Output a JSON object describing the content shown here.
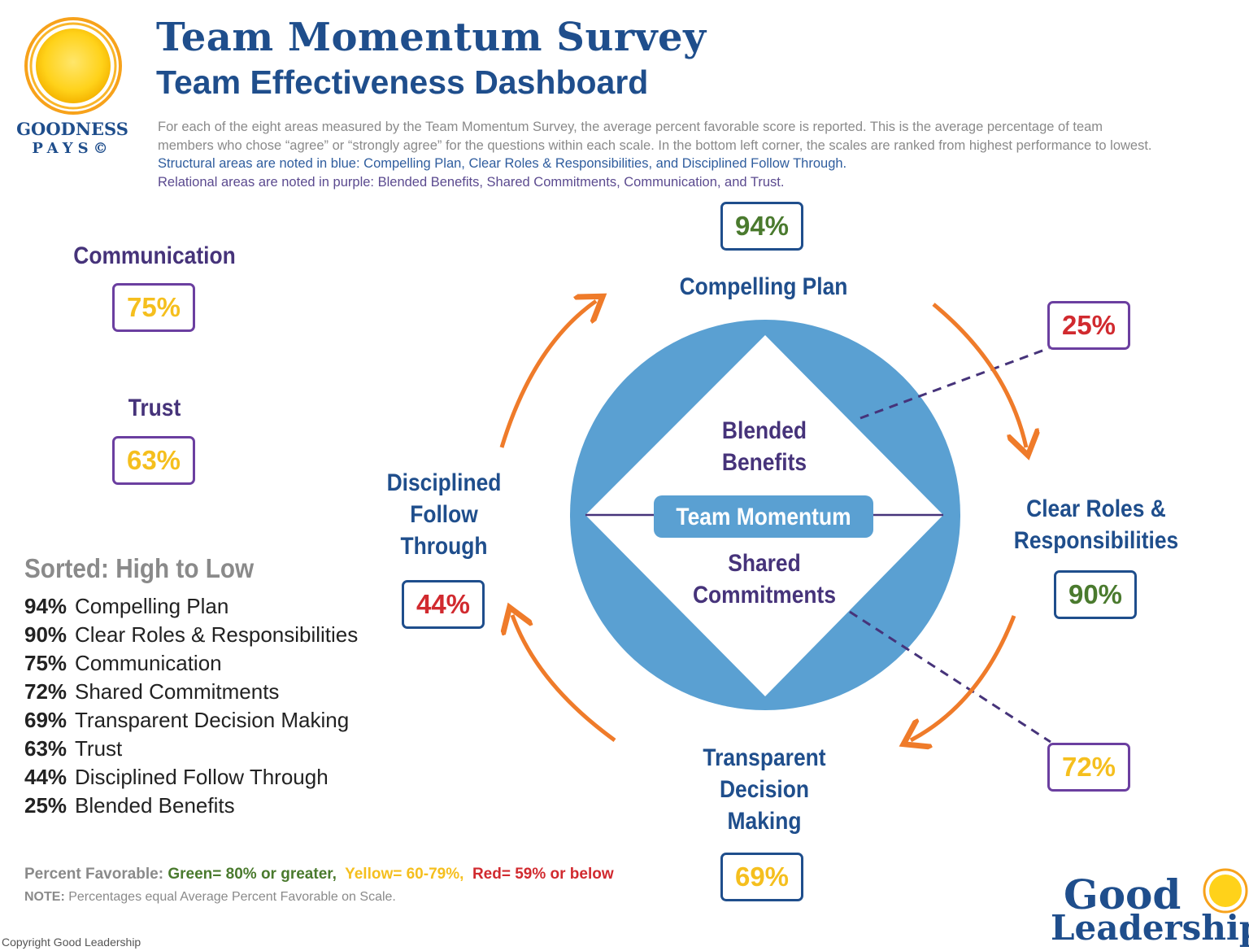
{
  "header": {
    "title": "Team Momentum Survey",
    "subtitle": "Team Effectiveness Dashboard",
    "description_lines": [
      "For each of the eight areas measured by the Team Momentum Survey, the average percent favorable score is reported. This is the average percentage of team",
      "members who chose “agree” or “strongly agree” for the questions within each scale. In the bottom left corner, the scales are ranked from highest performance to lowest."
    ],
    "structural_note": "Structural areas are noted in blue: Compelling Plan, Clear Roles & Responsibilities, and Disciplined Follow Through.",
    "relational_note": "Relational areas are noted in purple: Blended Benefits, Shared Commitments, Communication, and Trust."
  },
  "logo_goodness": {
    "line1": "GOODNESS",
    "line2": "PAYS©"
  },
  "logo_good_leadership": {
    "line1": "Good",
    "line2": "Leadership"
  },
  "colors": {
    "structural": "#1f4e8c",
    "relational": "#6b3fa0",
    "green": "#4a7a2e",
    "yellow": "#f5bf1e",
    "red": "#d12a2f",
    "circle": "#5aa0d2",
    "arrow": "#ef7b2a"
  },
  "scales": {
    "compelling_plan": {
      "label": "Compelling Plan",
      "value": "94%"
    },
    "clear_roles": {
      "label_lines": [
        "Clear Roles &",
        "Responsibilities"
      ],
      "value": "90%"
    },
    "transparent_decision": {
      "label_lines": [
        "Transparent",
        "Decision",
        "Making"
      ],
      "value": "69%"
    },
    "disciplined_follow": {
      "label_lines": [
        "Disciplined",
        "Follow",
        "Through"
      ],
      "value": "44%"
    },
    "blended_benefits": {
      "label_lines": [
        "Blended",
        "Benefits"
      ],
      "value": "25%"
    },
    "shared_commitments": {
      "label_lines": [
        "Shared",
        "Commitments"
      ],
      "value": "72%"
    },
    "communication": {
      "label": "Communication",
      "value": "75%"
    },
    "trust": {
      "label": "Trust",
      "value": "63%"
    }
  },
  "center_label": "Team Momentum",
  "sorted": {
    "heading": "Sorted: High to Low",
    "rows": [
      {
        "pct": "94%",
        "name": "Compelling Plan"
      },
      {
        "pct": "90%",
        "name": "Clear Roles & Responsibilities"
      },
      {
        "pct": "75%",
        "name": "Communication"
      },
      {
        "pct": "72%",
        "name": "Shared Commitments"
      },
      {
        "pct": "69%",
        "name": "Transparent Decision Making"
      },
      {
        "pct": "63%",
        "name": "Trust"
      },
      {
        "pct": "44%",
        "name": "Disciplined Follow Through"
      },
      {
        "pct": "25%",
        "name": "Blended Benefits"
      }
    ]
  },
  "legend": {
    "label": "Percent Favorable:",
    "green": "Green= 80% or greater,",
    "yellow": "Yellow= 60-79%,",
    "red": "Red= 59% or below"
  },
  "note": {
    "bold": "NOTE:",
    "text": "Percentages equal Average Percent Favorable on Scale."
  },
  "copyright": "Copyright Good Leadership"
}
